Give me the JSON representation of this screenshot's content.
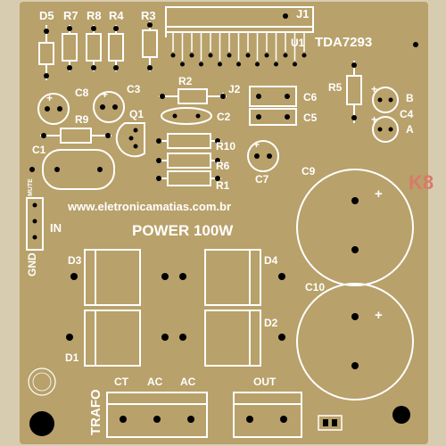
{
  "labels": {
    "D5": "D5",
    "R7": "R7",
    "R8": "R8",
    "R4": "R4",
    "R3": "R3",
    "J1": "J1",
    "U1": "U1",
    "TDA": "TDA7293",
    "C8": "C8",
    "C3": "C3",
    "R2": "R2",
    "J2": "J2",
    "C6": "C6",
    "C5": "C5",
    "R5": "R5",
    "B": "B",
    "C4": "C4",
    "A": "A",
    "R9": "R9",
    "Q1": "Q1",
    "C2": "C2",
    "C1": "C1",
    "R10": "R10",
    "R6": "R6",
    "R1": "R1",
    "C7": "C7",
    "C9": "C9",
    "MUTE": "MUTE",
    "IN": "IN",
    "GND": "GND",
    "website": "www.eletronicamatias.com.br",
    "power": "POWER 100W",
    "D3": "D3",
    "D4": "D4",
    "C10": "C10",
    "D1": "D1",
    "D2": "D2",
    "TRAFO": "TRAFO",
    "CT": "CT",
    "AC1": "AC",
    "AC2": "AC",
    "OUT": "OUT",
    "plus": "+",
    "redmark": "K8"
  },
  "colors": {
    "board": "#b8a16a",
    "silkscreen": "#ffffff",
    "pad": "#000000",
    "background": "#d8ccb0"
  }
}
